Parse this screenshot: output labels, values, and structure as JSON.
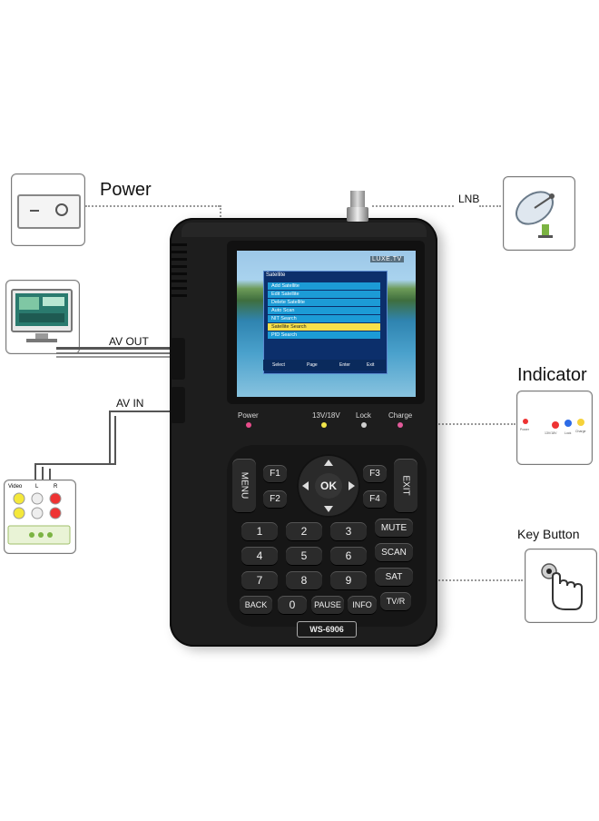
{
  "labels": {
    "power": "Power",
    "lnb": "LNB",
    "av_out": "AV  OUT",
    "av_in": "AV  IN",
    "indicator": "Indicator",
    "key_button": "Key   Button"
  },
  "screen": {
    "brand": "LUXE.TV",
    "menu_title": "Satellite",
    "menu_items": [
      "Add Satellite",
      "Edit Satellite",
      "Delete Satellite",
      "Auto Scan",
      "NIT Search",
      "Satellite Search",
      "PID Search"
    ],
    "selected_index": 5,
    "footer": [
      "Select",
      "Page",
      "Enter",
      "Exit"
    ]
  },
  "indicators": [
    {
      "label": "Power",
      "color": "#e84c8a"
    },
    {
      "label": "13V/18V",
      "color": "#f2e64a"
    },
    {
      "label": "Lock",
      "color": "#cfcfcf"
    },
    {
      "label": "Charge",
      "color": "#e25a9a"
    }
  ],
  "keys": {
    "menu": "MENU",
    "exit": "EXIT",
    "f1": "F1",
    "f2": "F2",
    "f3": "F3",
    "f4": "F4",
    "ok": "OK",
    "digits": [
      "1",
      "2",
      "3",
      "4",
      "5",
      "6",
      "7",
      "8",
      "9",
      "0"
    ],
    "mute": "MUTE",
    "scan": "SCAN",
    "sat": "SAT",
    "back": "BACK",
    "pause": "PAUSE",
    "info": "INFO",
    "tvr": "TV/R"
  },
  "model": "WS-6906",
  "av_jack_labels": [
    "Video",
    "L",
    "R"
  ],
  "indicator_card_labels": [
    "Power",
    "13V/18V",
    "Lock",
    "Charge"
  ],
  "colors": {
    "device_body": "#1d1d1d",
    "menu_bg": "#0c2f6b",
    "menu_item": "#1c9bd6",
    "menu_selected": "#f7e04a"
  }
}
